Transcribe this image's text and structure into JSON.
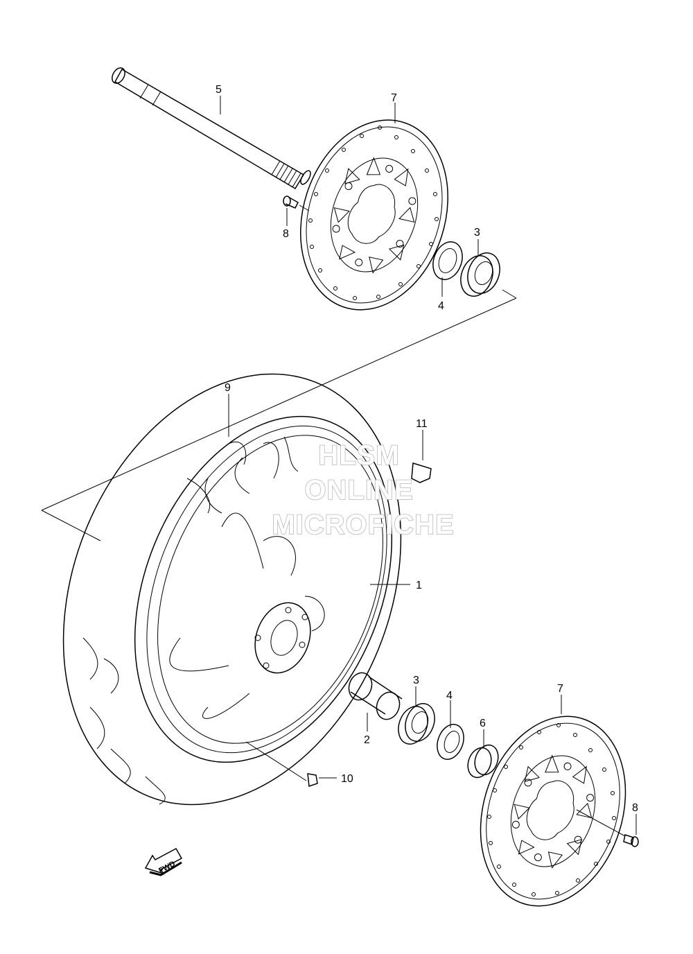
{
  "diagram": {
    "callouts": [
      {
        "id": "c1",
        "label": "1"
      },
      {
        "id": "c2",
        "label": "2"
      },
      {
        "id": "c3a",
        "label": "3"
      },
      {
        "id": "c3b",
        "label": "3"
      },
      {
        "id": "c4a",
        "label": "4"
      },
      {
        "id": "c4b",
        "label": "4"
      },
      {
        "id": "c5",
        "label": "5"
      },
      {
        "id": "c6",
        "label": "6"
      },
      {
        "id": "c7a",
        "label": "7"
      },
      {
        "id": "c7b",
        "label": "7"
      },
      {
        "id": "c8a",
        "label": "8"
      },
      {
        "id": "c8b",
        "label": "8"
      },
      {
        "id": "c9",
        "label": "9"
      },
      {
        "id": "c10",
        "label": "10"
      },
      {
        "id": "c11",
        "label": "11"
      }
    ],
    "watermark": {
      "line1": "HLSM",
      "line2": "ONLINE",
      "line3": "MICROFICHE"
    },
    "direction_marker": {
      "text": "FWD",
      "icon": "forward-arrow-icon"
    }
  }
}
